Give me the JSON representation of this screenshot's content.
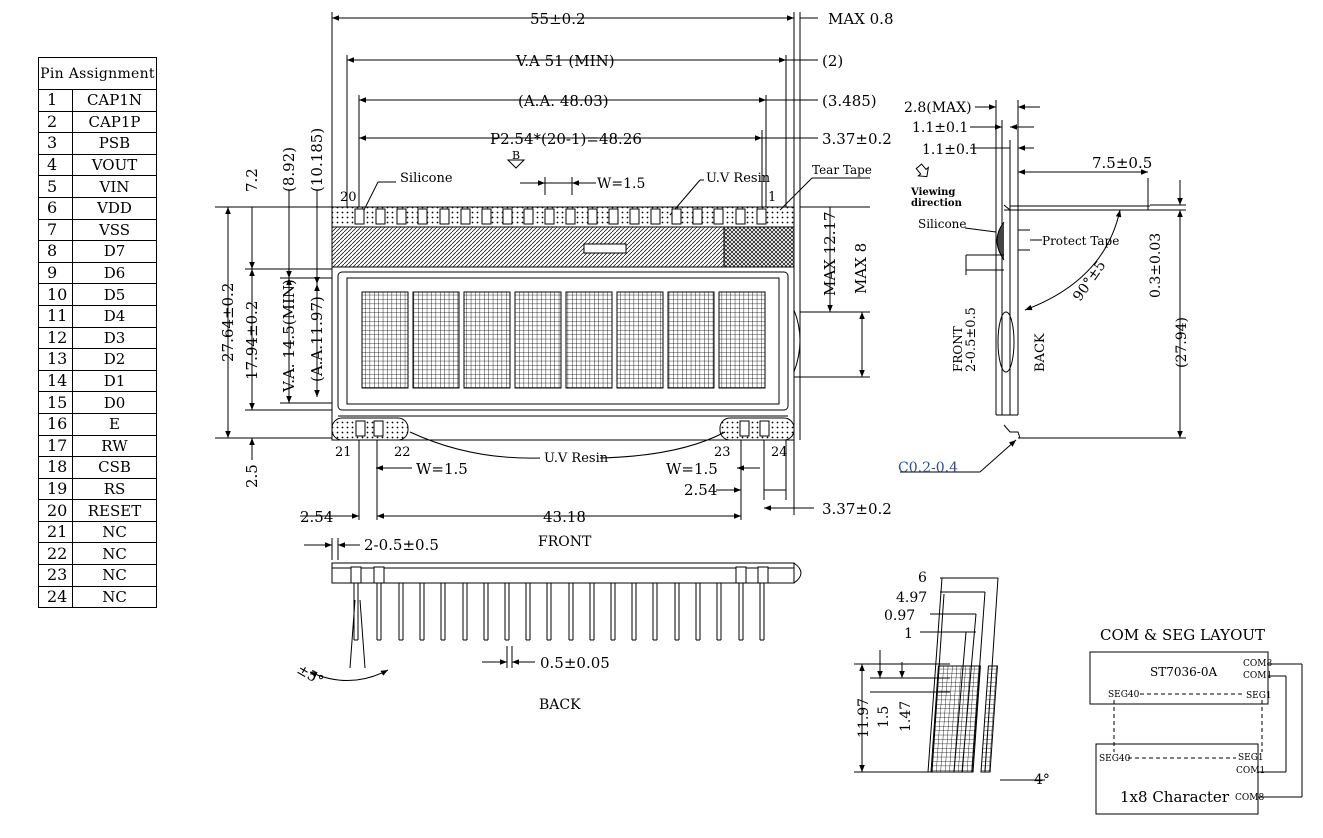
{
  "pin_table": {
    "header": "Pin Assignment",
    "pins": [
      {
        "num": "1",
        "signal": "CAP1N"
      },
      {
        "num": "2",
        "signal": "CAP1P"
      },
      {
        "num": "3",
        "signal": "PSB"
      },
      {
        "num": "4",
        "signal": "VOUT"
      },
      {
        "num": "5",
        "signal": "VIN"
      },
      {
        "num": "6",
        "signal": "VDD"
      },
      {
        "num": "7",
        "signal": "VSS"
      },
      {
        "num": "8",
        "signal": "D7"
      },
      {
        "num": "9",
        "signal": "D6"
      },
      {
        "num": "10",
        "signal": "D5"
      },
      {
        "num": "11",
        "signal": "D4"
      },
      {
        "num": "12",
        "signal": "D3"
      },
      {
        "num": "13",
        "signal": "D2"
      },
      {
        "num": "14",
        "signal": "D1"
      },
      {
        "num": "15",
        "signal": "D0"
      },
      {
        "num": "16",
        "signal": "E"
      },
      {
        "num": "17",
        "signal": "RW"
      },
      {
        "num": "18",
        "signal": "CSB"
      },
      {
        "num": "19",
        "signal": "RS"
      },
      {
        "num": "20",
        "signal": "RESET"
      },
      {
        "num": "21",
        "signal": "NC"
      },
      {
        "num": "22",
        "signal": "NC"
      },
      {
        "num": "23",
        "signal": "NC"
      },
      {
        "num": "24",
        "signal": "NC"
      }
    ]
  },
  "front_view": {
    "dim_width": "55±0.2",
    "dim_max": "MAX 0.8",
    "dim_va_width": "V.A 51 (MIN)",
    "dim_va_side": "(2)",
    "dim_aa_width": "(A.A. 48.03)",
    "dim_aa_side": "(3.485)",
    "dim_pitch": "P2.54*(20-1)=48.26",
    "dim_pitch_side": "3.37±0.2",
    "datum_b": "B",
    "label_silicone": "Silicone",
    "label_w_top": "W=1.5",
    "label_uv_resin_top": "U.V Resin",
    "label_tear_tape": "Tear Tape",
    "pin_20": "20",
    "pin_1": "1",
    "dim_7_2": "7.2",
    "dim_8_92": "(8.92)",
    "dim_10_185": "(10.185)",
    "dim_27_64": "27.64±0.2",
    "dim_17_94": "17.94±0.2",
    "dim_va_height": "V.A. 14.5(MIN)",
    "dim_aa_height": "(A.A.11.97)",
    "dim_2_5": "2.5",
    "dim_max_12_17": "MAX 12.17",
    "dim_max_8": "MAX 8",
    "pin_21": "21",
    "pin_22": "22",
    "pin_23": "23",
    "pin_24": "24",
    "label_w_left": "W=1.5",
    "label_uv_resin_bottom": "U.V Resin",
    "label_w_right": "W=1.5",
    "dim_2_54_right": "2.54",
    "dim_3_37_bottom": "3.37±0.2",
    "dim_2_54_left": "2.54",
    "dim_43_18": "43.18",
    "label_front": "FRONT"
  },
  "back_view": {
    "dim_pin_offset": "2-0.5±0.5",
    "dim_pin_width": "0.5±0.05",
    "dim_angle": "±5°",
    "label_back": "BACK"
  },
  "side_view": {
    "dim_2_8": "2.8(MAX)",
    "dim_1_1_a": "1.1±0.1",
    "dim_1_1_b": "1.1±0.1",
    "dim_7_5": "7.5±0.5",
    "label_viewing": "Viewing",
    "label_direction": "direction",
    "label_silicone": "Silicone",
    "label_protect_tape": "Protect Tape",
    "dim_90": "90°±5",
    "dim_0_3": "0.3±0.03",
    "dim_27_94": "(27.94)",
    "label_front": "FRONT",
    "dim_2_0_5": "2-0.5±0.5",
    "label_back": "BACK",
    "dim_c0_2": "C0.2-0.4"
  },
  "char_detail": {
    "dim_6": "6",
    "dim_4_97": "4.97",
    "dim_0_97": "0.97",
    "dim_1": "1",
    "dim_11_97": "11.97",
    "dim_1_5": "1.5",
    "dim_1_47": "1.47",
    "dim_4deg": "4°"
  },
  "com_seg_layout": {
    "title": "COM & SEG LAYOUT",
    "chip": "ST7036-0A",
    "com8_top": "COM8",
    "com1_top": "COM1",
    "seg40_top": "SEG40",
    "seg1_top": "SEG1",
    "seg40_bottom": "SEG40",
    "seg1_bottom": "SEG1",
    "com1_bottom": "COM1",
    "character": "1x8 Character",
    "com8_bottom": "COM8"
  }
}
